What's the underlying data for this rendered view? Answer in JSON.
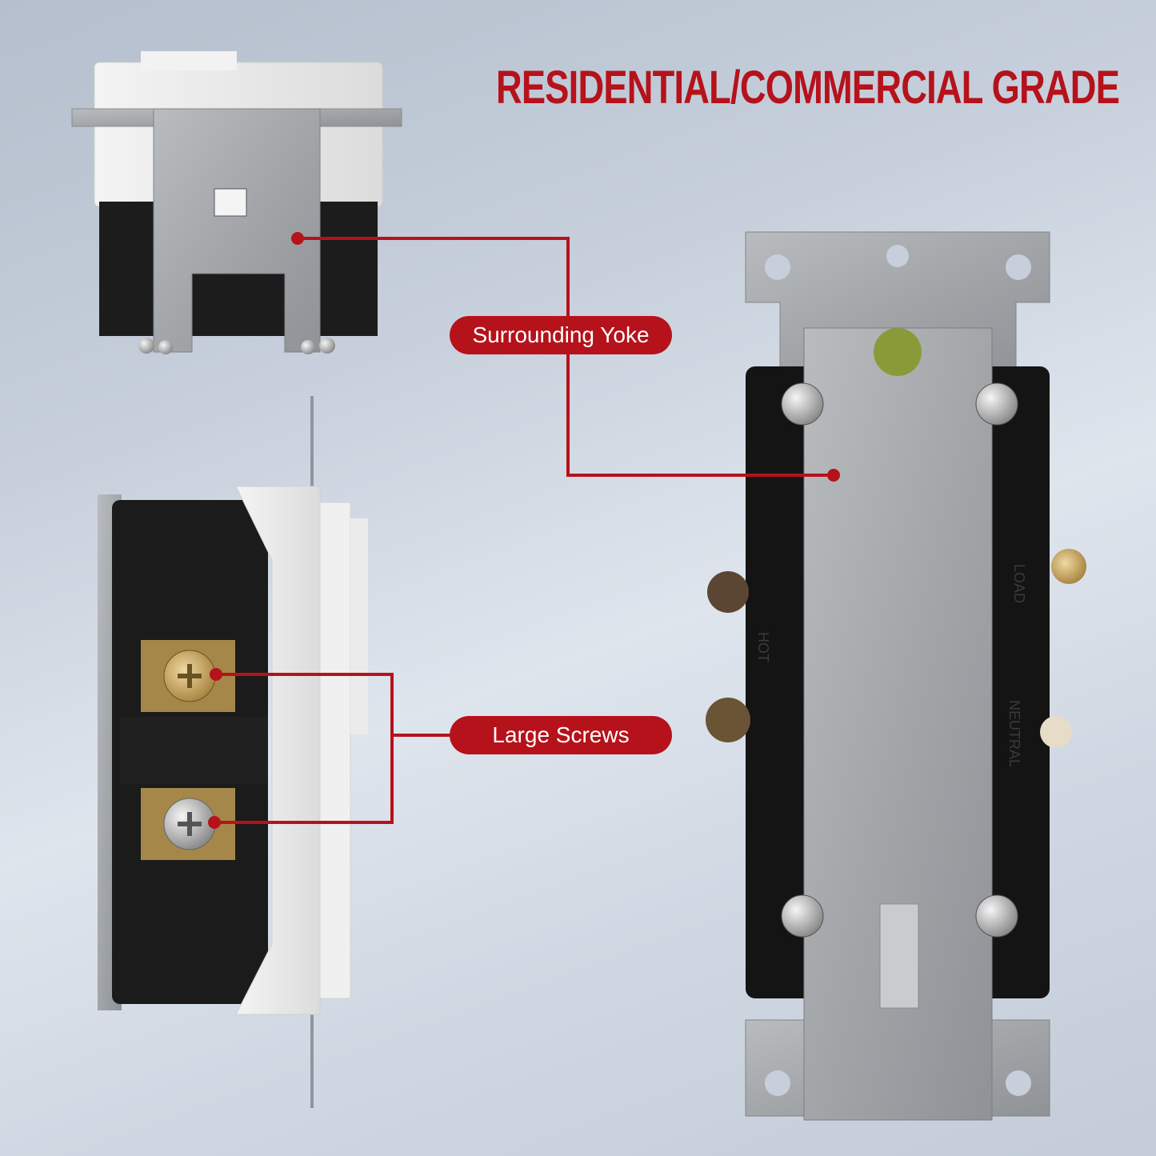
{
  "header": {
    "title": "RESIDENTIAL/COMMERCIAL GRADE"
  },
  "callouts": {
    "yoke": "Surrounding Yoke",
    "screws": "Large Screws"
  },
  "switch_labels": {
    "load": "LOAD",
    "neutral": "NEUTRAL",
    "hot": "HOT"
  },
  "colors": {
    "accent": "#b5121b",
    "callout_text": "#ffffff"
  }
}
